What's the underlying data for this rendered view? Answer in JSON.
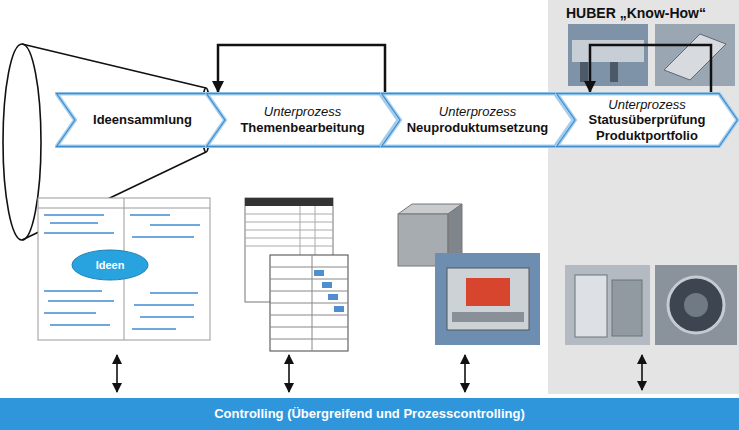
{
  "diagram": {
    "nodes": [
      {
        "text": [
          "Ideensammlung"
        ]
      },
      {
        "text": [
          "Unterprozess",
          "Themenbearbeitung"
        ]
      },
      {
        "text": [
          "Unterprozess",
          "Neuproduktumsetzung"
        ]
      },
      {
        "text": [
          "HUBER „Know-How“"
        ]
      },
      {
        "text": [
          "Unterprozess",
          "Statusüberprüfung Produktportfolio"
        ],
        "in": 3
      },
      {
        "text": [
          "Controlling (Übergreifend und Prozesscontrolling)"
        ]
      }
    ],
    "edges": [
      {
        "from": 1,
        "to": 1,
        "arrow": "to"
      },
      {
        "from": 4,
        "to": 4,
        "arrow": "to"
      }
    ],
    "labels": [
      "Ideen"
    ]
  }
}
